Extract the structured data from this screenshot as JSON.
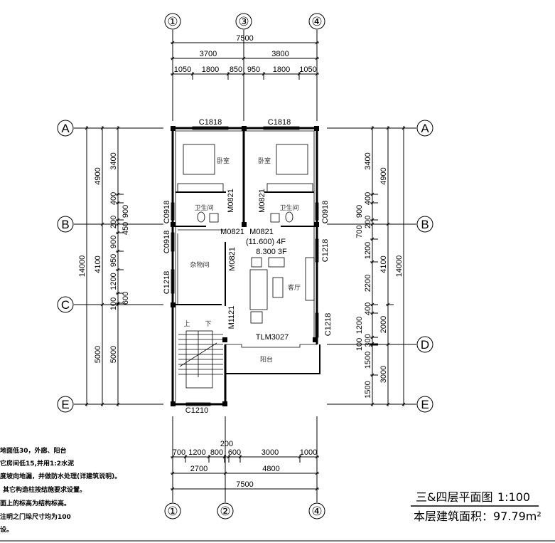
{
  "axes": {
    "top": [
      "①",
      "③",
      "④"
    ],
    "bottom": [
      "①",
      "②",
      "④"
    ],
    "left": [
      "A",
      "B",
      "C",
      "E"
    ],
    "right": [
      "A",
      "B",
      "D",
      "E"
    ]
  },
  "dims": {
    "top_total": "7500",
    "top_mid": [
      "3700",
      "3800"
    ],
    "top_detail": [
      "1050",
      "1800",
      "850",
      "950",
      "1800",
      "1050"
    ],
    "bottom_total": "7500",
    "bottom_mid": [
      "2700",
      "4800"
    ],
    "bottom_detail": [
      "700",
      "1200",
      "800",
      "200",
      "600",
      "3000",
      "1000"
    ],
    "left_total": "14000",
    "left_mid": [
      "4900",
      "4100",
      "5000"
    ],
    "left_detail": [
      "3400",
      "400",
      "900",
      "200",
      "450",
      "900",
      "950",
      "1200",
      "600",
      "100",
      "5000"
    ],
    "right_total": "14000",
    "right_mid": [
      "4900",
      "4100",
      "2000",
      "3000"
    ],
    "right_detail": [
      "3400",
      "400",
      "900",
      "200",
      "700",
      "1200",
      "2200",
      "400",
      "1200",
      "300",
      "100",
      "1500",
      "1500"
    ]
  },
  "labels": {
    "window_top_left": "C1818",
    "window_top_right": "C1818",
    "bedroom_left": "卧室",
    "bedroom_right": "卧室",
    "bath_left": "卫生间",
    "bath_right": "卫生间",
    "door_bath_left": "M0821",
    "door_bath_right": "M0821",
    "window_bath_left": "C0918",
    "window_bath_right": "C0918",
    "door_bed_left": "M0821",
    "door_bed_right": "M0821",
    "elevation_4f": "(11.600) 4F",
    "elevation_3f": "8.300 3F",
    "door_storage": "M0821",
    "window_storage_1": "C0918",
    "window_storage_2": "C1218",
    "window_living_1": "C1218",
    "window_living_2": "C1218",
    "storage": "杂物间",
    "living": "客厅",
    "door_stair": "M1121",
    "stair_up": "上",
    "stair_down": "下",
    "sliding_door": "TLM3027",
    "balcony": "阳台",
    "window_stair": "C1210"
  },
  "notes": [
    "地面低30，外廊、阳台",
    "它房间低15,并用1:2水泥",
    "度坡向地漏，并做防水处理(详建筑说明)。",
    "其它构造柱按结施要求设置。",
    "面上的标高为结构标高。",
    "注明之门垛尺寸均为100",
    "设。"
  ],
  "title": {
    "name": "三&四层平面图",
    "scale": "1:100",
    "area": "本层建筑面积：97.79m²"
  }
}
